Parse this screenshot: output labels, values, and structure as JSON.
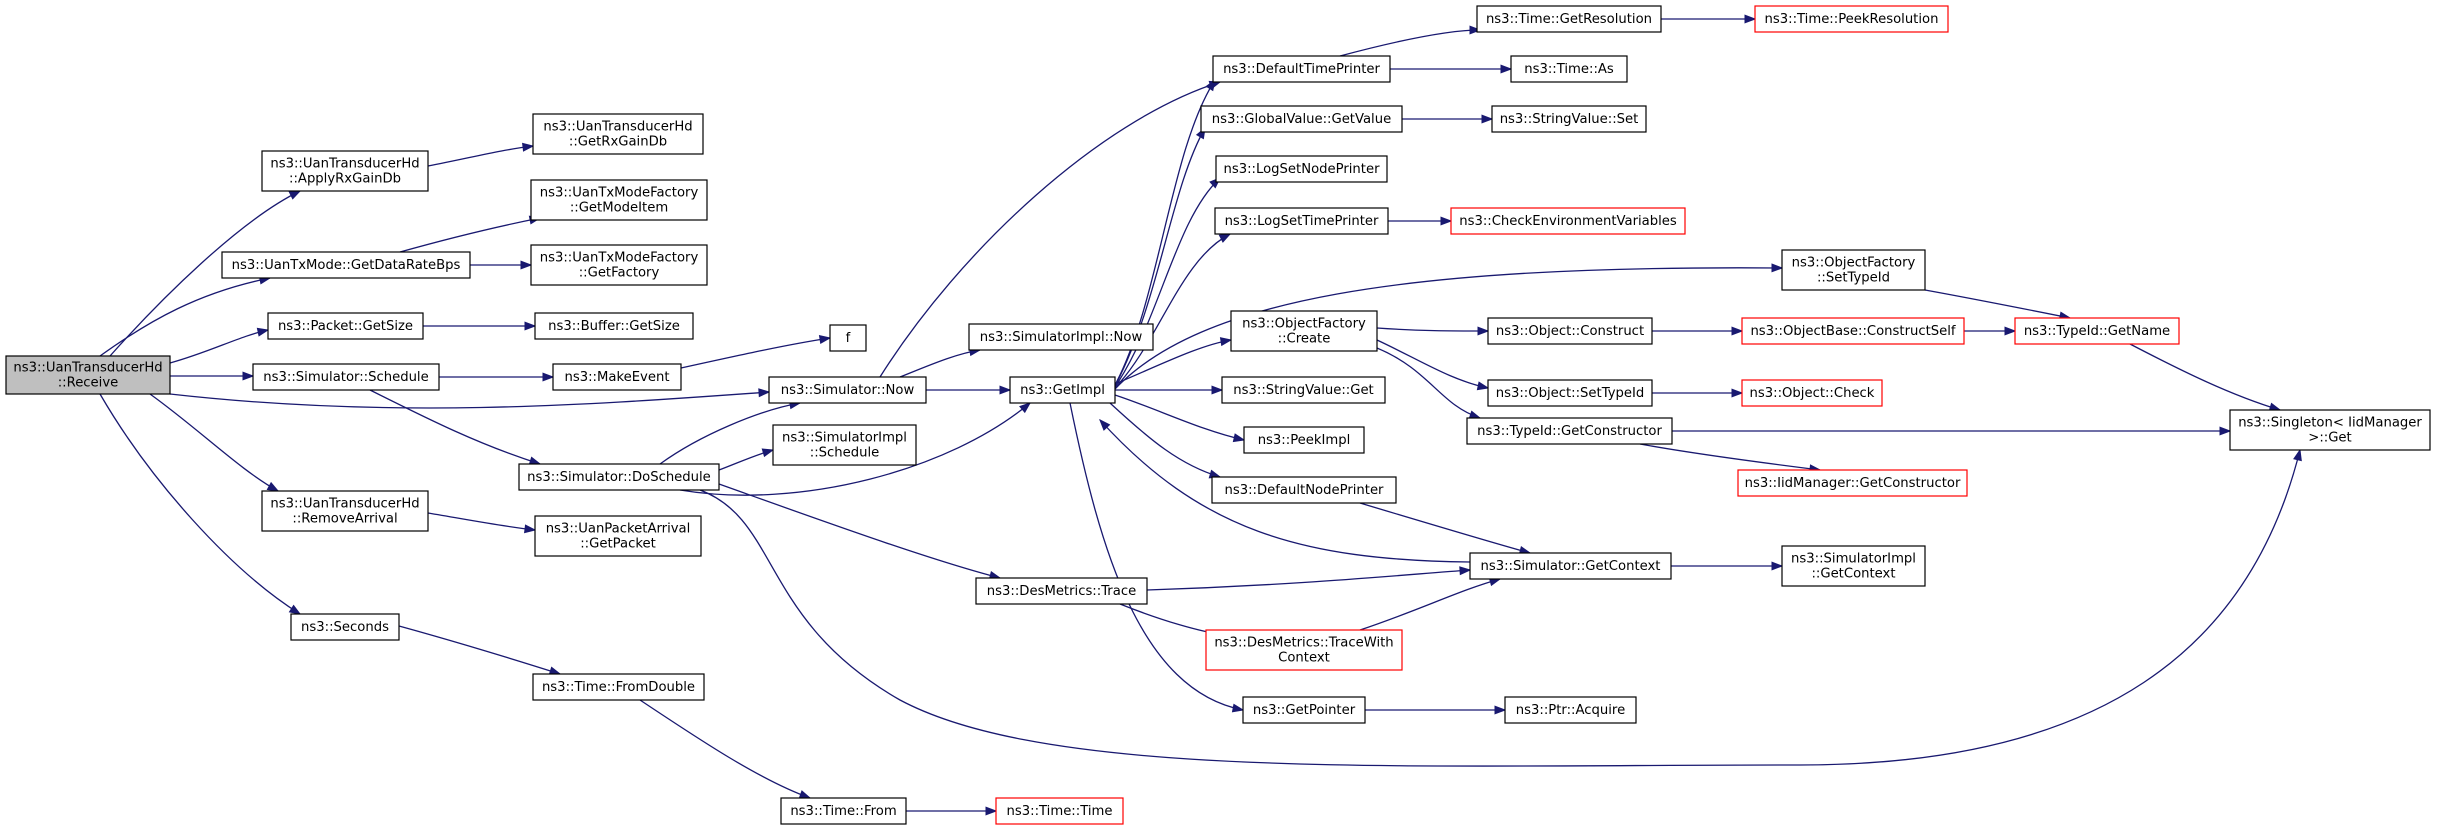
{
  "colors": {
    "edge": "#191970",
    "node_border": "#000000",
    "highlight_border": "#ff0000",
    "root_fill": "#bfbfbf",
    "node_fill": "#ffffff"
  },
  "nodes": [
    {
      "id": "receive",
      "lines": [
        "ns3::UanTransducerHd",
        "::Receive"
      ],
      "style": "root"
    },
    {
      "id": "applyrx",
      "lines": [
        "ns3::UanTransducerHd",
        "::ApplyRxGainDb"
      ],
      "style": "normal"
    },
    {
      "id": "getrxgain",
      "lines": [
        "ns3::UanTransducerHd",
        "::GetRxGainDb"
      ],
      "style": "normal"
    },
    {
      "id": "getdatarate",
      "lines": [
        "ns3::UanTxMode::GetDataRateBps"
      ],
      "style": "normal"
    },
    {
      "id": "getmodeitem",
      "lines": [
        "ns3::UanTxModeFactory",
        "::GetModeItem"
      ],
      "style": "normal"
    },
    {
      "id": "getfactory",
      "lines": [
        "ns3::UanTxModeFactory",
        "::GetFactory"
      ],
      "style": "normal"
    },
    {
      "id": "packetgetsize",
      "lines": [
        "ns3::Packet::GetSize"
      ],
      "style": "normal"
    },
    {
      "id": "buffergetsize",
      "lines": [
        "ns3::Buffer::GetSize"
      ],
      "style": "normal"
    },
    {
      "id": "f",
      "lines": [
        "f"
      ],
      "style": "normal"
    },
    {
      "id": "schedule",
      "lines": [
        "ns3::Simulator::Schedule"
      ],
      "style": "normal"
    },
    {
      "id": "makeevent",
      "lines": [
        "ns3::MakeEvent"
      ],
      "style": "normal"
    },
    {
      "id": "simnow",
      "lines": [
        "ns3::Simulator::Now"
      ],
      "style": "normal"
    },
    {
      "id": "simimplnow",
      "lines": [
        "ns3::SimulatorImpl::Now"
      ],
      "style": "normal"
    },
    {
      "id": "doschedule",
      "lines": [
        "ns3::Simulator::DoSchedule"
      ],
      "style": "normal"
    },
    {
      "id": "simimplschedule",
      "lines": [
        "ns3::SimulatorImpl",
        "::Schedule"
      ],
      "style": "normal"
    },
    {
      "id": "removearrival",
      "lines": [
        "ns3::UanTransducerHd",
        "::RemoveArrival"
      ],
      "style": "normal"
    },
    {
      "id": "getpacket",
      "lines": [
        "ns3::UanPacketArrival",
        "::GetPacket"
      ],
      "style": "normal"
    },
    {
      "id": "seconds",
      "lines": [
        "ns3::Seconds"
      ],
      "style": "normal"
    },
    {
      "id": "fromdouble",
      "lines": [
        "ns3::Time::FromDouble"
      ],
      "style": "normal"
    },
    {
      "id": "timefrom",
      "lines": [
        "ns3::Time::From"
      ],
      "style": "normal"
    },
    {
      "id": "timetime",
      "lines": [
        "ns3::Time::Time"
      ],
      "style": "highlight"
    },
    {
      "id": "getimpl",
      "lines": [
        "ns3::GetImpl"
      ],
      "style": "normal"
    },
    {
      "id": "destrace",
      "lines": [
        "ns3::DesMetrics::Trace"
      ],
      "style": "normal"
    },
    {
      "id": "deftimeprinter",
      "lines": [
        "ns3::DefaultTimePrinter"
      ],
      "style": "normal"
    },
    {
      "id": "getresolution",
      "lines": [
        "ns3::Time::GetResolution"
      ],
      "style": "normal"
    },
    {
      "id": "peekresolution",
      "lines": [
        "ns3::Time::PeekResolution"
      ],
      "style": "highlight"
    },
    {
      "id": "timeas",
      "lines": [
        "ns3::Time::As"
      ],
      "style": "normal"
    },
    {
      "id": "globalgetvalue",
      "lines": [
        "ns3::GlobalValue::GetValue"
      ],
      "style": "normal"
    },
    {
      "id": "stringvalueset",
      "lines": [
        "ns3::StringValue::Set"
      ],
      "style": "normal"
    },
    {
      "id": "logsetnode",
      "lines": [
        "ns3::LogSetNodePrinter"
      ],
      "style": "normal"
    },
    {
      "id": "logsettime",
      "lines": [
        "ns3::LogSetTimePrinter"
      ],
      "style": "normal"
    },
    {
      "id": "checkenv",
      "lines": [
        "ns3::CheckEnvironmentVariables"
      ],
      "style": "highlight"
    },
    {
      "id": "ofcreate",
      "lines": [
        "ns3::ObjectFactory",
        "::Create"
      ],
      "style": "normal"
    },
    {
      "id": "stringvalueget",
      "lines": [
        "ns3::StringValue::Get"
      ],
      "style": "normal"
    },
    {
      "id": "peekimpl",
      "lines": [
        "ns3::PeekImpl"
      ],
      "style": "normal"
    },
    {
      "id": "defnodeprinter",
      "lines": [
        "ns3::DefaultNodePrinter"
      ],
      "style": "normal"
    },
    {
      "id": "tracewithcontext",
      "lines": [
        "ns3::DesMetrics::TraceWith",
        "Context"
      ],
      "style": "highlight"
    },
    {
      "id": "getpointer",
      "lines": [
        "ns3::GetPointer"
      ],
      "style": "normal"
    },
    {
      "id": "ptracquire",
      "lines": [
        "ns3::Ptr::Acquire"
      ],
      "style": "normal"
    },
    {
      "id": "ofsettypeid",
      "lines": [
        "ns3::ObjectFactory",
        "::SetTypeId"
      ],
      "style": "normal"
    },
    {
      "id": "objconstruct",
      "lines": [
        "ns3::Object::Construct"
      ],
      "style": "normal"
    },
    {
      "id": "objectbaseconstructself",
      "lines": [
        "ns3::ObjectBase::ConstructSelf"
      ],
      "style": "highlight"
    },
    {
      "id": "typeidgetname",
      "lines": [
        "ns3::TypeId::GetName"
      ],
      "style": "highlight"
    },
    {
      "id": "objsettypeid",
      "lines": [
        "ns3::Object::SetTypeId"
      ],
      "style": "normal"
    },
    {
      "id": "objcheck",
      "lines": [
        "ns3::Object::Check"
      ],
      "style": "highlight"
    },
    {
      "id": "typeidgetconstructor",
      "lines": [
        "ns3::TypeId::GetConstructor"
      ],
      "style": "normal"
    },
    {
      "id": "iidgetconstructor",
      "lines": [
        "ns3::IidManager::GetConstructor"
      ],
      "style": "highlight"
    },
    {
      "id": "singletonget",
      "lines": [
        "ns3::Singleton< IidManager",
        ">::Get"
      ],
      "style": "normal"
    },
    {
      "id": "simgetcontext",
      "lines": [
        "ns3::Simulator::GetContext"
      ],
      "style": "normal"
    },
    {
      "id": "simimplgetcontext",
      "lines": [
        "ns3::SimulatorImpl",
        "::GetContext"
      ],
      "style": "normal"
    }
  ]
}
